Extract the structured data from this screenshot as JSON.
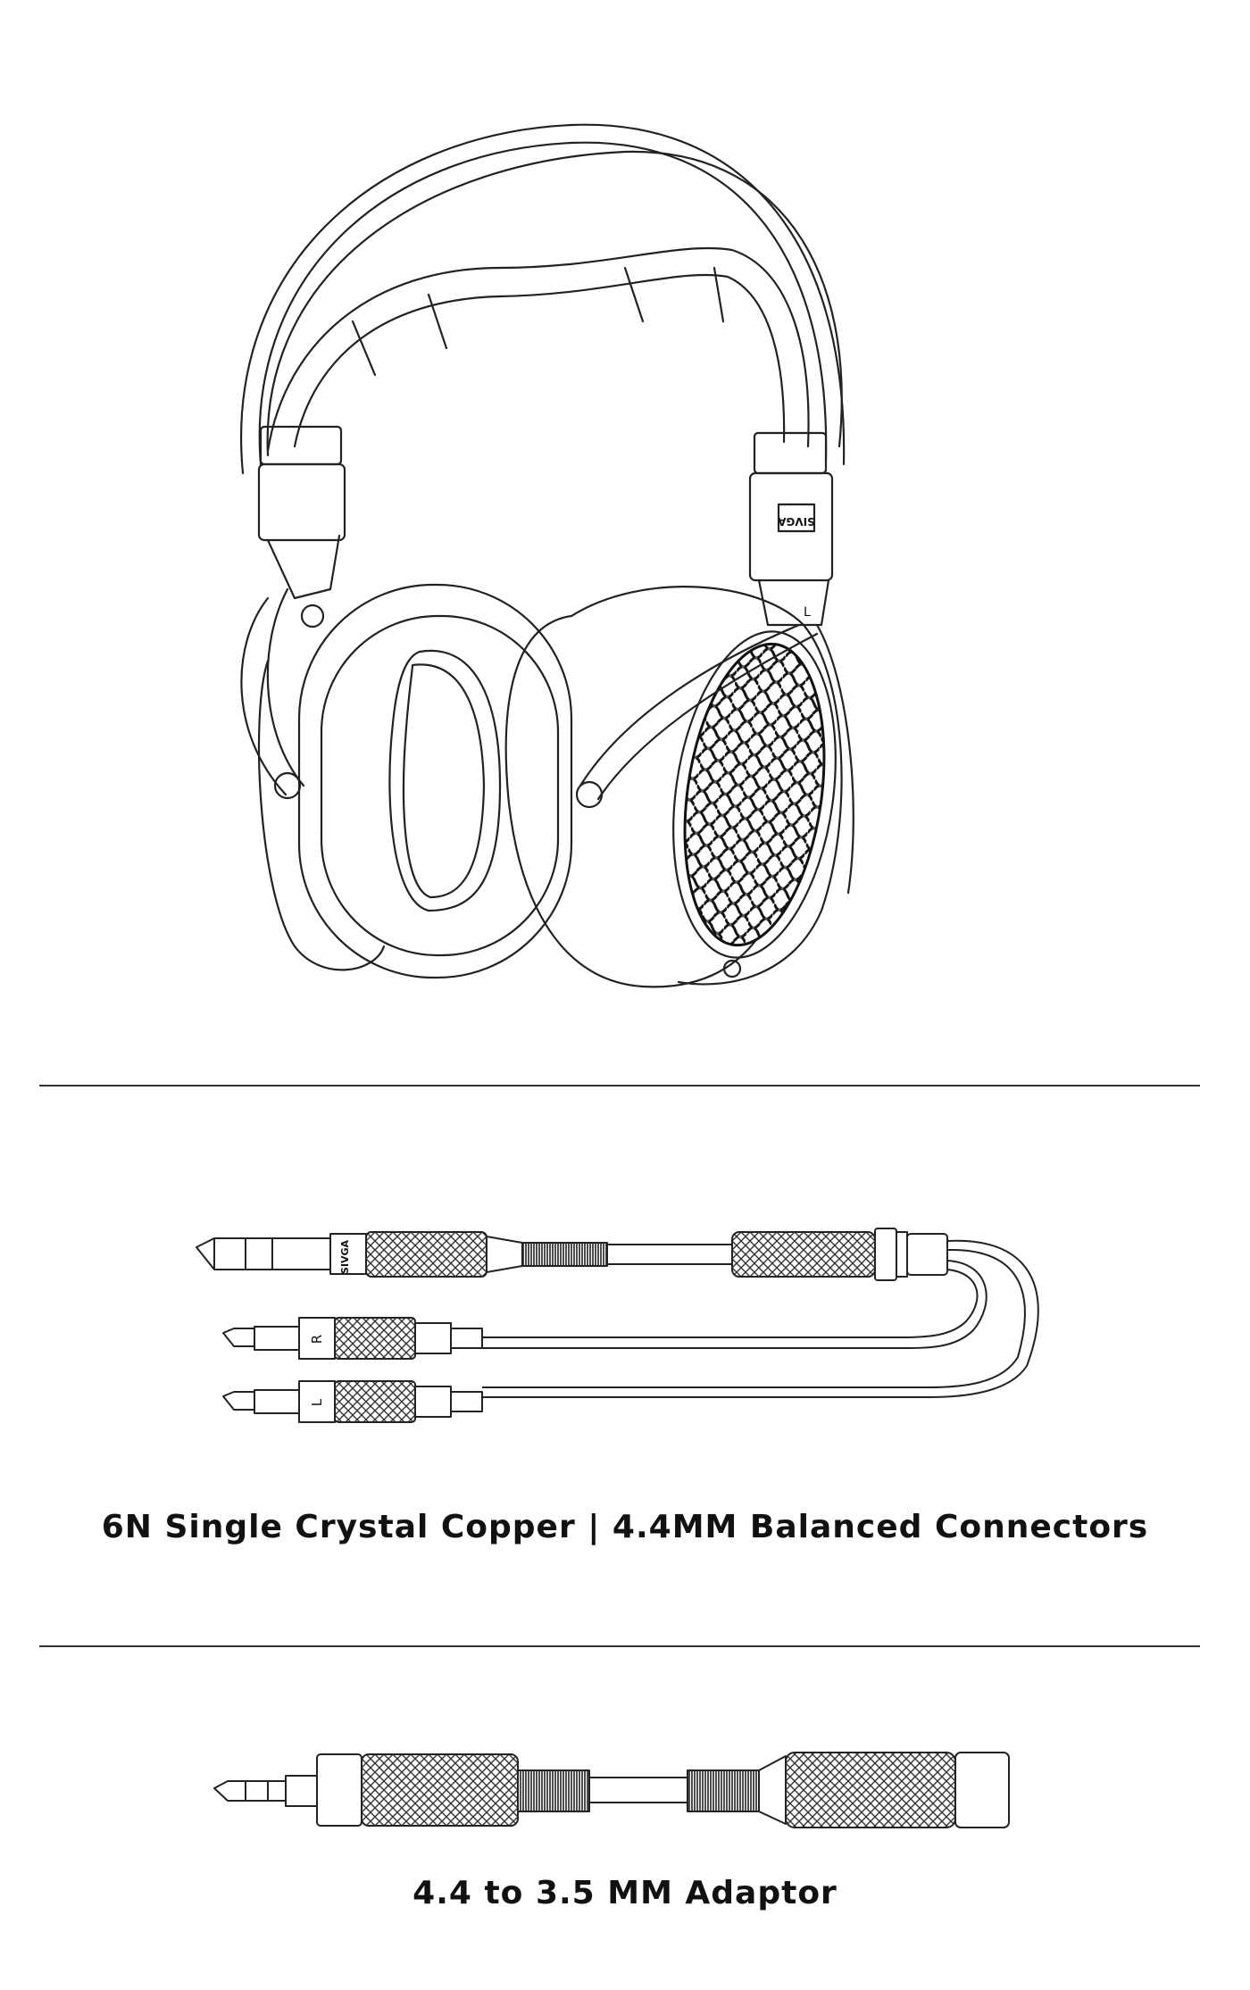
{
  "headphones": {
    "brand_mark": "SIVGA",
    "side_marker": "L"
  },
  "cable": {
    "brand_mark": "SIVGA",
    "right_label": "R",
    "left_label": "L",
    "caption": "6N Single Crystal Copper | 4.4MM Balanced Connectors"
  },
  "adaptor": {
    "caption": "4.4 to 3.5 MM Adaptor"
  },
  "colors": {
    "line": "#222222",
    "background": "#ffffff"
  }
}
